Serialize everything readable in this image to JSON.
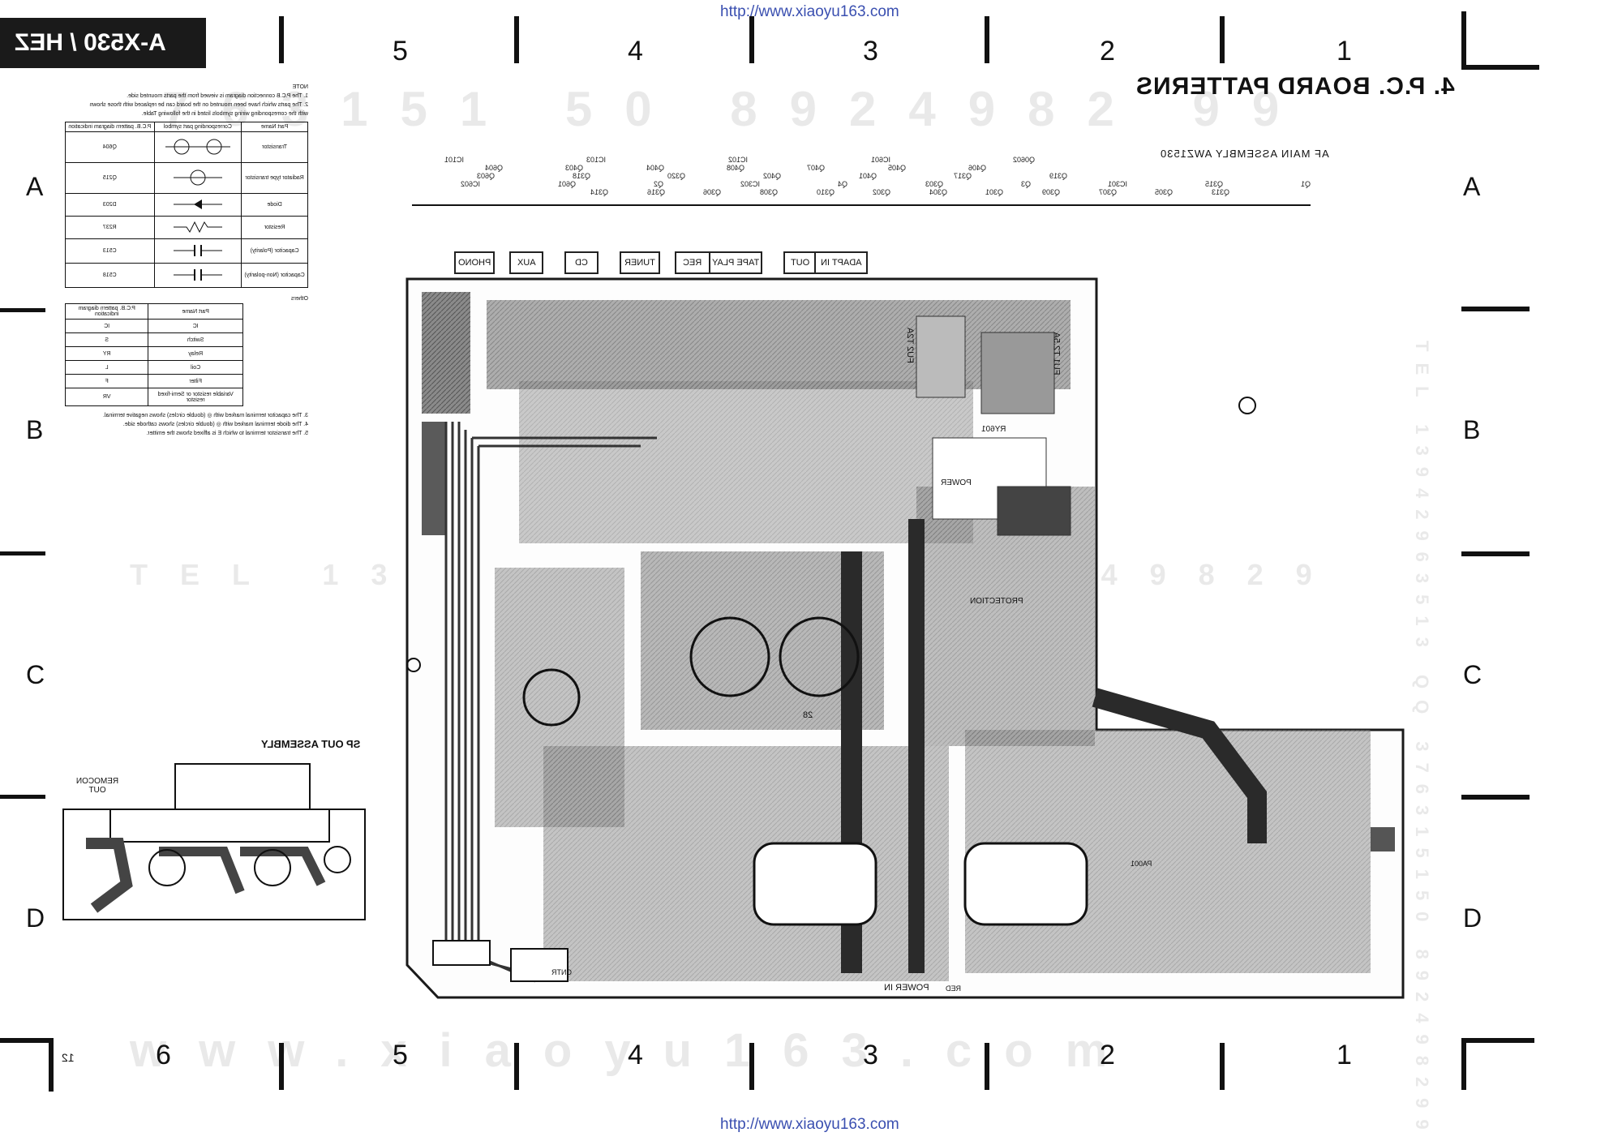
{
  "header": {
    "url_top": "http://www.xiaoyu163.com",
    "url_bottom": "http://www.xiaoyu163.com",
    "model_badge": "A-X530 / HEZ",
    "section_title": "4. P.C. BOARD PATTERNS",
    "assembly_name": "AF MAIN ASSEMBLY AWZ1530",
    "page_number": "12"
  },
  "grid": {
    "top_numbers": [
      "1",
      "2",
      "3",
      "4",
      "5"
    ],
    "bottom_numbers": [
      "1",
      "2",
      "3",
      "4",
      "5",
      "6"
    ],
    "left_letters": [
      "A",
      "B",
      "C",
      "D"
    ],
    "right_letters": [
      "A",
      "B",
      "C",
      "D"
    ]
  },
  "part_refs": {
    "row1": [
      "IC101",
      "IC103",
      "IC102",
      "IC601",
      "Q0602"
    ],
    "row2": [
      "Q604",
      "Q403",
      "Q404",
      "Q408",
      "Q407",
      "Q405",
      "Q406"
    ],
    "row3": [
      "Q603",
      "Q318",
      "Q320",
      "Q402",
      "Q401",
      "Q317",
      "Q319"
    ],
    "row4": [
      "IC602",
      "Q601",
      "Q2",
      "IC302",
      "Q4",
      "Q303",
      "Q3",
      "IC301",
      "Q315",
      "Q1"
    ],
    "row5": [
      "Q314",
      "Q316",
      "Q306",
      "Q308",
      "Q310",
      "Q302",
      "Q304",
      "Q301",
      "Q309",
      "Q307",
      "Q305",
      "Q313"
    ]
  },
  "legend": {
    "note_title": "NOTE",
    "notes": [
      "1. The P.C.B connection diagram is viewed from the parts mounted side.",
      "2. The parts which have been mounted on the board can be replaced with those shown",
      "with the corresponding wiring symbols listed in the following Table."
    ],
    "table1_headers": [
      "Part Name",
      "Corresponding part symbol",
      "P.C.B. pattern diagram indication"
    ],
    "table1_rows": [
      {
        "name": "Transistor",
        "pcb": "Q604"
      },
      {
        "name": "Radiator type transistor",
        "pcb": "Q215"
      },
      {
        "name": "Diode",
        "pcb": "D203"
      },
      {
        "name": "Resistor",
        "pcb": "R237"
      },
      {
        "name": "Capacitor (Polarity)",
        "pcb": "C513"
      },
      {
        "name": "Capacitor (Non-polarity)",
        "pcb": "C518"
      }
    ],
    "others_title": "Others",
    "table2_headers": [
      "Part Name",
      "P.C.B. pattern diagram indication"
    ],
    "table2_rows": [
      {
        "name": "IC",
        "pcb": "IC"
      },
      {
        "name": "Switch",
        "pcb": "S"
      },
      {
        "name": "Relay",
        "pcb": "RY"
      },
      {
        "name": "Coil",
        "pcb": "L"
      },
      {
        "name": "Filter",
        "pcb": "F"
      },
      {
        "name": "Variable resistor or Semi-fixed resistor",
        "pcb": "VR"
      }
    ],
    "notes2": [
      "3. The capacitor terminal marked with ◎ (double circles) shows negative terminal.",
      "4. The diode terminal marked with ◎ (double circles) shows cathode side.",
      "5. The transistor terminal to which E is affixed shows the emitter."
    ]
  },
  "board_labels": {
    "inputs": [
      "PHONO",
      "AUX",
      "CD",
      "TUNER",
      "REC",
      "TAPE PLAY",
      "OUT",
      "ADAPT IN"
    ],
    "fuse_left": "FU2 T2A",
    "fuse_right": "FU1 T2.5A",
    "relay": "RY601",
    "power": "POWER",
    "protection": "PROTECTION",
    "power_in": "POWER IN",
    "red": "RED",
    "cntr": "CNTR",
    "coil": "28",
    "coil_right": "PA001"
  },
  "sp_out": {
    "title": "SP OUT ASSEMBLY",
    "remocon": "REMOCON OUT"
  },
  "watermarks": {
    "top_digits": "763151 50 8924982 99",
    "middle": "TEL 13942 ... 150 89249829",
    "bottom": "www.xiaoyu163.com",
    "vertical_right": "TEL 13942963513 QQ 376315150 892498299"
  },
  "colors": {
    "trace": "#4a4a4a",
    "board_outline": "#1a1a1a",
    "link": "#3a4fb0"
  }
}
